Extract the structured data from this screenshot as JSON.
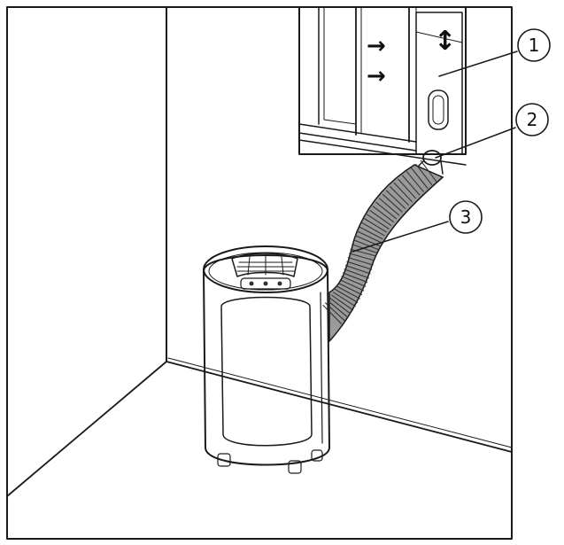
{
  "callouts": [
    {
      "id": "1",
      "label": "1"
    },
    {
      "id": "2",
      "label": "2"
    },
    {
      "id": "3",
      "label": "3"
    }
  ],
  "window_arrows": {
    "slide_arrow": "→",
    "vertical_arrow": "↕"
  },
  "colors": {
    "line": "#1a1a1a",
    "background": "#ffffff",
    "hose_fill": "#9a9a9a"
  }
}
